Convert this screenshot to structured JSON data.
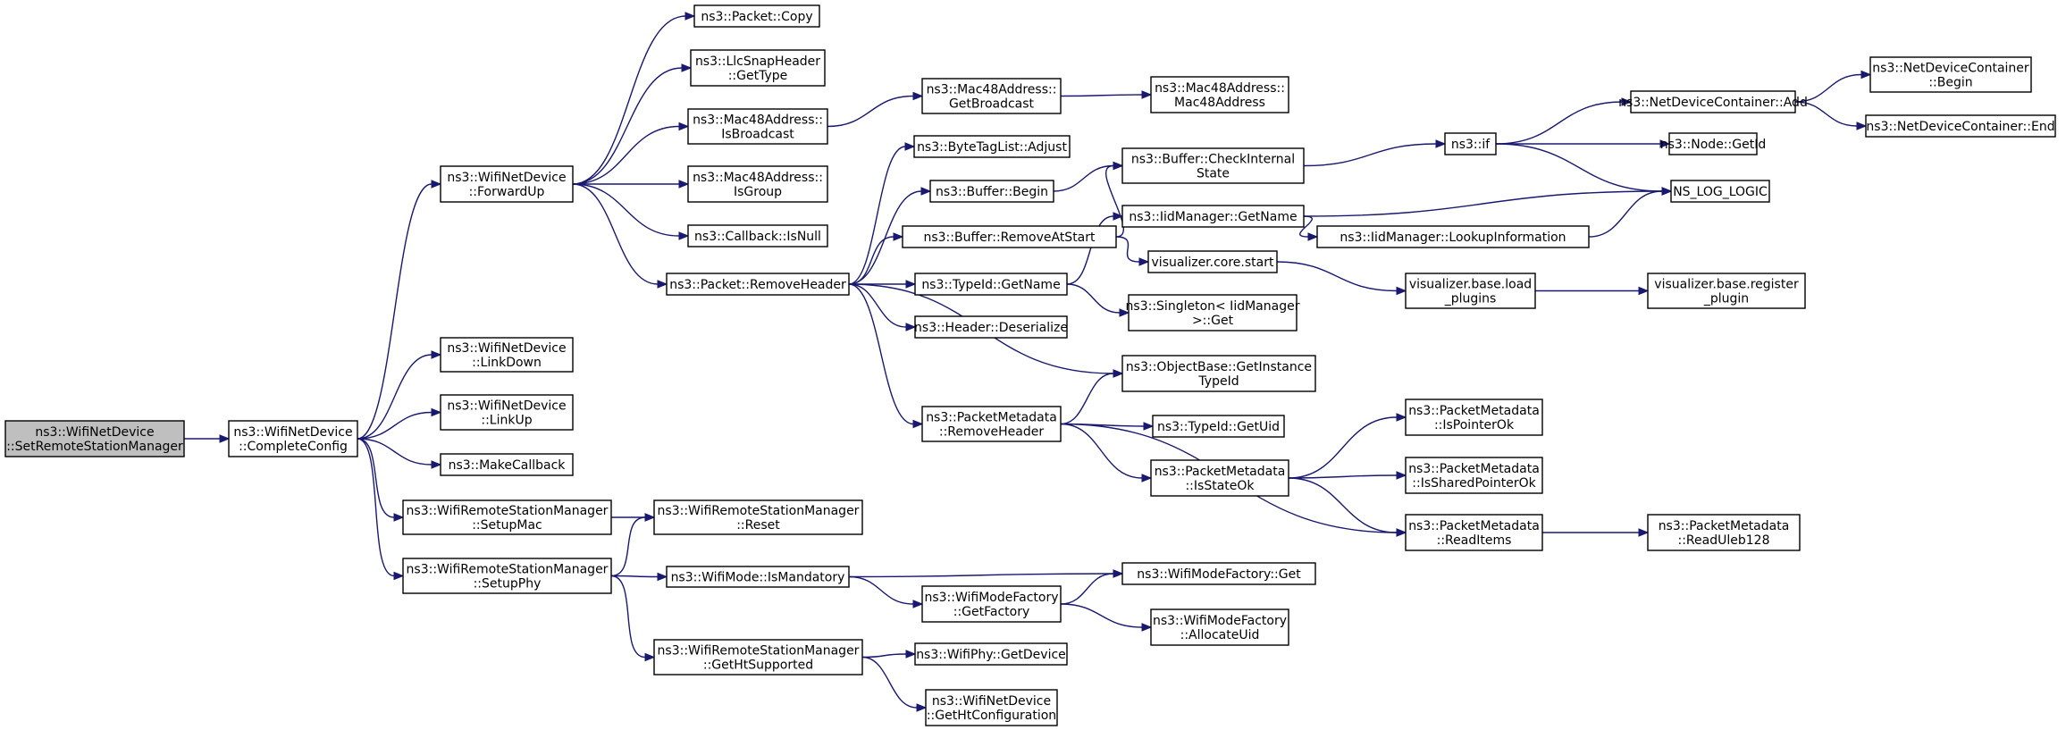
{
  "nodes": [
    {
      "id": "set_remote",
      "lines": [
        "ns3::WifiNetDevice",
        "::SetRemoteStationManager"
      ],
      "root": true
    },
    {
      "id": "complete_config",
      "lines": [
        "ns3::WifiNetDevice",
        "::CompleteConfig"
      ]
    },
    {
      "id": "forward_up",
      "lines": [
        "ns3::WifiNetDevice",
        "::ForwardUp"
      ]
    },
    {
      "id": "link_down",
      "lines": [
        "ns3::WifiNetDevice",
        "::LinkDown"
      ]
    },
    {
      "id": "link_up",
      "lines": [
        "ns3::WifiNetDevice",
        "::LinkUp"
      ]
    },
    {
      "id": "make_callback",
      "lines": [
        "ns3::MakeCallback"
      ]
    },
    {
      "id": "setup_mac",
      "lines": [
        "ns3::WifiRemoteStationManager",
        "::SetupMac"
      ]
    },
    {
      "id": "setup_phy",
      "lines": [
        "ns3::WifiRemoteStationManager",
        "::SetupPhy"
      ]
    },
    {
      "id": "packet_copy",
      "lines": [
        "ns3::Packet::Copy"
      ]
    },
    {
      "id": "llc_gettype",
      "lines": [
        "ns3::LlcSnapHeader",
        "::GetType"
      ]
    },
    {
      "id": "mac48_isbroadcast",
      "lines": [
        "ns3::Mac48Address::",
        "IsBroadcast"
      ]
    },
    {
      "id": "mac48_isgroup",
      "lines": [
        "ns3::Mac48Address::",
        "IsGroup"
      ]
    },
    {
      "id": "callback_isnull",
      "lines": [
        "ns3::Callback::IsNull"
      ]
    },
    {
      "id": "packet_removeheader",
      "lines": [
        "ns3::Packet::RemoveHeader"
      ]
    },
    {
      "id": "wrsm_reset",
      "lines": [
        "ns3::WifiRemoteStationManager",
        "::Reset"
      ]
    },
    {
      "id": "wifimode_ismandatory",
      "lines": [
        "ns3::WifiMode::IsMandatory"
      ]
    },
    {
      "id": "wrsm_getht",
      "lines": [
        "ns3::WifiRemoteStationManager",
        "::GetHtSupported"
      ]
    },
    {
      "id": "mac48_getbroadcast",
      "lines": [
        "ns3::Mac48Address::",
        "GetBroadcast"
      ]
    },
    {
      "id": "bytetaglist_adjust",
      "lines": [
        "ns3::ByteTagList::Adjust"
      ]
    },
    {
      "id": "buffer_begin",
      "lines": [
        "ns3::Buffer::Begin"
      ]
    },
    {
      "id": "buffer_removeatstart",
      "lines": [
        "ns3::Buffer::RemoveAtStart"
      ]
    },
    {
      "id": "typeid_getname",
      "lines": [
        "ns3::TypeId::GetName"
      ]
    },
    {
      "id": "header_deserialize",
      "lines": [
        "ns3::Header::Deserialize"
      ]
    },
    {
      "id": "pm_removeheader",
      "lines": [
        "ns3::PacketMetadata",
        "::RemoveHeader"
      ]
    },
    {
      "id": "wmf_getfactory",
      "lines": [
        "ns3::WifiModeFactory",
        "::GetFactory"
      ]
    },
    {
      "id": "wifiphy_getdevice",
      "lines": [
        "ns3::WifiPhy::GetDevice"
      ]
    },
    {
      "id": "wnd_gethtconfig",
      "lines": [
        "ns3::WifiNetDevice",
        "::GetHtConfiguration"
      ]
    },
    {
      "id": "mac48_mac48address",
      "lines": [
        "ns3::Mac48Address::",
        "Mac48Address"
      ]
    },
    {
      "id": "buffer_checkinternal",
      "lines": [
        "ns3::Buffer::CheckInternal",
        "State"
      ]
    },
    {
      "id": "iidmanager_getname",
      "lines": [
        "ns3::IidManager::GetName"
      ]
    },
    {
      "id": "visualizer_core_start",
      "lines": [
        "visualizer.core.start"
      ]
    },
    {
      "id": "singleton_get",
      "lines": [
        "ns3::Singleton< IidManager",
        " >::Get"
      ]
    },
    {
      "id": "objectbase_getinstance",
      "lines": [
        "ns3::ObjectBase::GetInstance",
        "TypeId"
      ]
    },
    {
      "id": "typeid_getuid",
      "lines": [
        "ns3::TypeId::GetUid"
      ]
    },
    {
      "id": "pm_isstateok",
      "lines": [
        "ns3::PacketMetadata",
        "::IsStateOk"
      ]
    },
    {
      "id": "wmf_get",
      "lines": [
        "ns3::WifiModeFactory::Get"
      ]
    },
    {
      "id": "wmf_allocateuid",
      "lines": [
        "ns3::WifiModeFactory",
        "::AllocateUid"
      ]
    },
    {
      "id": "ns3_if",
      "lines": [
        "ns3::if"
      ]
    },
    {
      "id": "iidmanager_lookup",
      "lines": [
        "ns3::IidManager::LookupInformation"
      ]
    },
    {
      "id": "visualizer_base_load",
      "lines": [
        "visualizer.base.load",
        "_plugins"
      ]
    },
    {
      "id": "pm_ispointerok",
      "lines": [
        "ns3::PacketMetadata",
        "::IsPointerOk"
      ]
    },
    {
      "id": "pm_issharedpointerok",
      "lines": [
        "ns3::PacketMetadata",
        "::IsSharedPointerOk"
      ]
    },
    {
      "id": "pm_readitems",
      "lines": [
        "ns3::PacketMetadata",
        "::ReadItems"
      ]
    },
    {
      "id": "ndc_add",
      "lines": [
        "ns3::NetDeviceContainer::Add"
      ]
    },
    {
      "id": "node_getid",
      "lines": [
        "ns3::Node::GetId"
      ]
    },
    {
      "id": "ns_log_logic",
      "lines": [
        "NS_LOG_LOGIC"
      ]
    },
    {
      "id": "visualizer_base_register",
      "lines": [
        "visualizer.base.register",
        "_plugin"
      ]
    },
    {
      "id": "pm_readuleb128",
      "lines": [
        "ns3::PacketMetadata",
        "::ReadUleb128"
      ]
    },
    {
      "id": "ndc_begin",
      "lines": [
        "ns3::NetDeviceContainer",
        "::Begin"
      ]
    },
    {
      "id": "ndc_end",
      "lines": [
        "ns3::NetDeviceContainer::End"
      ]
    }
  ],
  "edges": [
    [
      "set_remote",
      "complete_config"
    ],
    [
      "complete_config",
      "forward_up"
    ],
    [
      "complete_config",
      "link_down"
    ],
    [
      "complete_config",
      "link_up"
    ],
    [
      "complete_config",
      "make_callback"
    ],
    [
      "complete_config",
      "setup_mac"
    ],
    [
      "complete_config",
      "setup_phy"
    ],
    [
      "forward_up",
      "packet_copy"
    ],
    [
      "forward_up",
      "llc_gettype"
    ],
    [
      "forward_up",
      "mac48_isbroadcast"
    ],
    [
      "forward_up",
      "mac48_isgroup"
    ],
    [
      "forward_up",
      "callback_isnull"
    ],
    [
      "forward_up",
      "packet_removeheader"
    ],
    [
      "mac48_isbroadcast",
      "mac48_getbroadcast"
    ],
    [
      "mac48_getbroadcast",
      "mac48_mac48address"
    ],
    [
      "packet_removeheader",
      "bytetaglist_adjust"
    ],
    [
      "packet_removeheader",
      "buffer_begin"
    ],
    [
      "packet_removeheader",
      "buffer_removeatstart"
    ],
    [
      "packet_removeheader",
      "typeid_getname"
    ],
    [
      "packet_removeheader",
      "header_deserialize"
    ],
    [
      "packet_removeheader",
      "objectbase_getinstance"
    ],
    [
      "packet_removeheader",
      "pm_removeheader"
    ],
    [
      "buffer_begin",
      "buffer_checkinternal"
    ],
    [
      "buffer_removeatstart",
      "buffer_checkinternal"
    ],
    [
      "buffer_removeatstart",
      "visualizer_core_start"
    ],
    [
      "buffer_checkinternal",
      "ns3_if"
    ],
    [
      "typeid_getname",
      "iidmanager_getname"
    ],
    [
      "typeid_getname",
      "singleton_get"
    ],
    [
      "iidmanager_getname",
      "ns_log_logic"
    ],
    [
      "iidmanager_getname",
      "iidmanager_lookup"
    ],
    [
      "iidmanager_lookup",
      "ns_log_logic"
    ],
    [
      "visualizer_core_start",
      "visualizer_base_load"
    ],
    [
      "visualizer_base_load",
      "visualizer_base_register"
    ],
    [
      "ns3_if",
      "ndc_add"
    ],
    [
      "ns3_if",
      "node_getid"
    ],
    [
      "ns3_if",
      "ns_log_logic"
    ],
    [
      "ndc_add",
      "ndc_begin"
    ],
    [
      "ndc_add",
      "ndc_end"
    ],
    [
      "pm_removeheader",
      "objectbase_getinstance"
    ],
    [
      "pm_removeheader",
      "typeid_getuid"
    ],
    [
      "pm_removeheader",
      "pm_isstateok"
    ],
    [
      "pm_removeheader",
      "pm_readitems"
    ],
    [
      "pm_isstateok",
      "pm_ispointerok"
    ],
    [
      "pm_isstateok",
      "pm_issharedpointerok"
    ],
    [
      "pm_isstateok",
      "pm_readitems"
    ],
    [
      "pm_readitems",
      "pm_readuleb128"
    ],
    [
      "setup_mac",
      "wrsm_reset"
    ],
    [
      "setup_phy",
      "wrsm_reset"
    ],
    [
      "setup_phy",
      "wifimode_ismandatory"
    ],
    [
      "setup_phy",
      "wrsm_getht"
    ],
    [
      "wifimode_ismandatory",
      "wmf_get"
    ],
    [
      "wifimode_ismandatory",
      "wmf_getfactory"
    ],
    [
      "wmf_getfactory",
      "wmf_get"
    ],
    [
      "wmf_getfactory",
      "wmf_allocateuid"
    ],
    [
      "wrsm_getht",
      "wifiphy_getdevice"
    ],
    [
      "wrsm_getht",
      "wnd_gethtconfig"
    ]
  ],
  "colors": {
    "edge": "#191970",
    "root_fill": "#bfbfbf",
    "node_fill": "#ffffff",
    "node_stroke": "#000000"
  }
}
